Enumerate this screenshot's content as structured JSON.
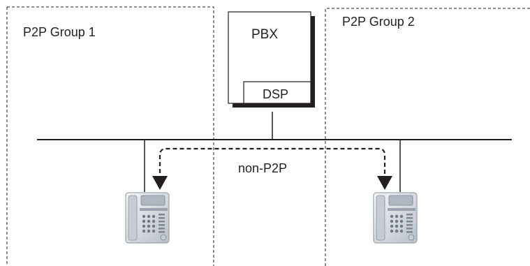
{
  "groups": {
    "group1_label": "P2P Group 1",
    "group2_label": "P2P Group 2"
  },
  "pbx": {
    "label": "PBX",
    "dsp_label": "DSP"
  },
  "connection": {
    "label": "non-P2P"
  },
  "phones": [
    {
      "icon": "desk-phone-icon"
    },
    {
      "icon": "desk-phone-icon"
    }
  ],
  "colors": {
    "line": "#231f20",
    "dashed": "#231f20",
    "shadow": "#231f20",
    "phone_body": "#dfe3e8",
    "phone_shade": "#9aa3ad"
  }
}
